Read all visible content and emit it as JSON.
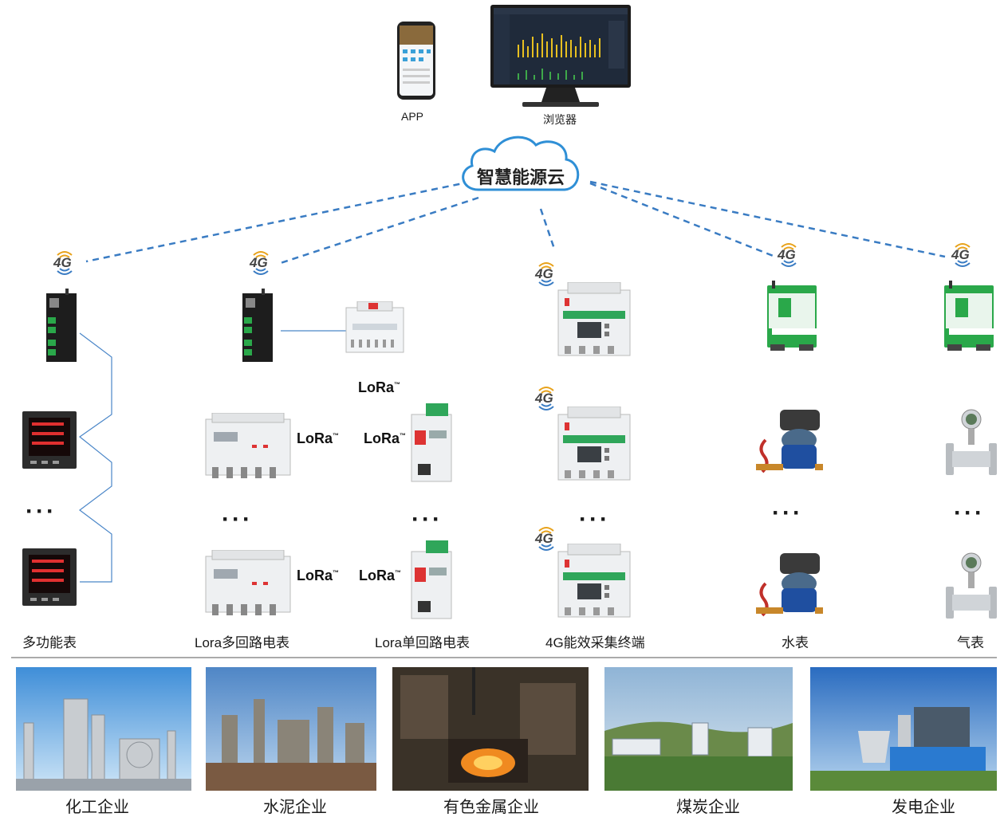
{
  "top": {
    "app_label": "APP",
    "browser_label": "浏览器"
  },
  "cloud": {
    "label": "智慧能源云"
  },
  "badges": {
    "fourg": "4G",
    "lora_text": "LoRa"
  },
  "devices": {
    "col1_label": "多功能表",
    "col2_label": "Lora多回路电表",
    "col3_label": "Lora单回路电表",
    "col4_label": "4G能效采集终端",
    "col5_label": "水表",
    "col6_label": "气表",
    "ellipsis": "···"
  },
  "industries": [
    {
      "label": "化工企业"
    },
    {
      "label": "水泥企业"
    },
    {
      "label": "有色金属企业"
    },
    {
      "label": "煤炭企业"
    },
    {
      "label": "发电企业"
    }
  ],
  "colors": {
    "link_blue": "#3a7cc3",
    "cloud_blue": "#2f8fd6",
    "gateway_green": "#2aa84a",
    "meter_green": "#2fa65a",
    "wifi_orange": "#e8a21a"
  }
}
